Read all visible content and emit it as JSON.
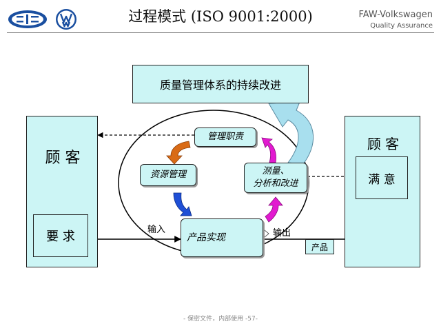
{
  "header": {
    "title": "过程模式 (ISO 9001:2000)",
    "brand_name": "FAW-Volkswagen",
    "brand_sub": "Quality Assurance"
  },
  "diagram": {
    "improvement_box": "质量管理体系的持续改进",
    "left_customer": {
      "title": "顾 客",
      "requirement": "要 求"
    },
    "right_customer": {
      "title": "顾 客",
      "satisfaction": "满 意"
    },
    "management": "管理职责",
    "resources": "资源管理",
    "measure_line1": "测量、",
    "measure_line2": "分析和改进",
    "realization": "产品实现",
    "input_label": "输入",
    "output_label": "输出",
    "product": "产品"
  },
  "footer": {
    "text": "- 保密文件，内部使用 -57-"
  },
  "colors": {
    "box_fill": "#ccf5f5",
    "arrow_orange": "#d96b16",
    "arrow_blue": "#1f4fd6",
    "arrow_magenta": "#e21ad0",
    "arrow_feedback": "#a8dfee"
  }
}
